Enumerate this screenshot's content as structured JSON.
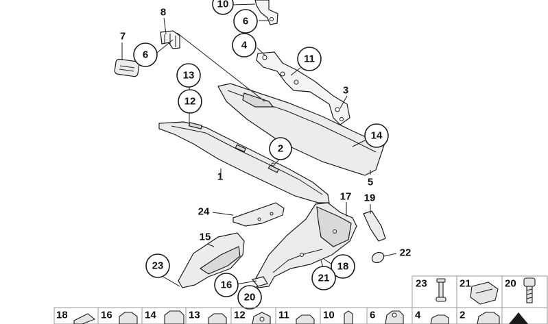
{
  "callouts": {
    "c10_top": "10",
    "c6_top": "6",
    "c8": "8",
    "c7": "7",
    "c6_left": "6",
    "c4": "4",
    "c11": "11",
    "c3": "3",
    "c13": "13",
    "c12": "12",
    "c14": "14",
    "c2": "2",
    "c1": "1",
    "c5": "5",
    "c17": "17",
    "c19": "19",
    "c24": "24",
    "c15": "15",
    "c22": "22",
    "c23": "23",
    "c18": "18",
    "c21": "21",
    "c16": "16",
    "c20": "20"
  },
  "parts_legend_right": [
    "23",
    "21",
    "20"
  ],
  "parts_legend_bottom": [
    "18",
    "16",
    "14",
    "13",
    "12",
    "11",
    "10",
    "6",
    "4",
    "2"
  ]
}
